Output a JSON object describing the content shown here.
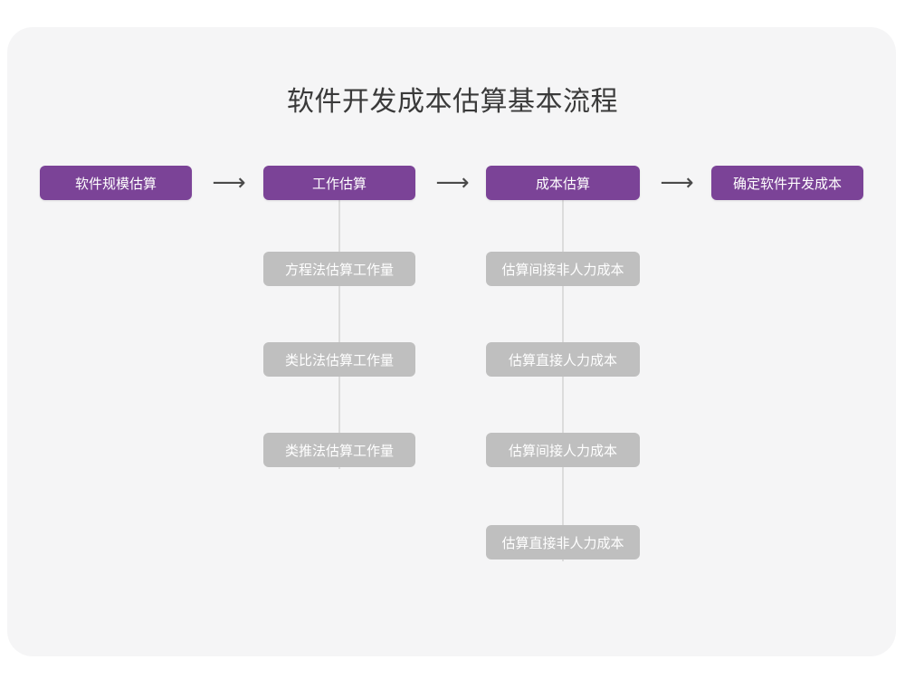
{
  "title": "软件开发成本估算基本流程",
  "theme": {
    "page_background": "#ffffff",
    "card_background": "#f5f5f6",
    "primary_color": "#7b4397",
    "secondary_color": "#bfbfbf",
    "title_color": "#3a3a3a",
    "connector_color": "#dcdcdc",
    "arrow_color": "#4a4a4a"
  },
  "arrows": {
    "glyph": "⟶",
    "icon_name": "right-arrow-icon"
  },
  "flow": {
    "stages": [
      {
        "id": "stage-1",
        "label": "软件规模估算",
        "substeps": []
      },
      {
        "id": "stage-2",
        "label": "工作估算",
        "substeps": [
          {
            "label": "方程法估算工作量"
          },
          {
            "label": "类比法估算工作量"
          },
          {
            "label": "类推法估算工作量"
          }
        ]
      },
      {
        "id": "stage-3",
        "label": "成本估算",
        "substeps": [
          {
            "label": "估算间接非人力成本"
          },
          {
            "label": "估算直接人力成本"
          },
          {
            "label": "估算间接人力成本"
          },
          {
            "label": "估算直接非人力成本"
          }
        ]
      },
      {
        "id": "stage-4",
        "label": "确定软件开发成本",
        "substeps": []
      }
    ]
  }
}
